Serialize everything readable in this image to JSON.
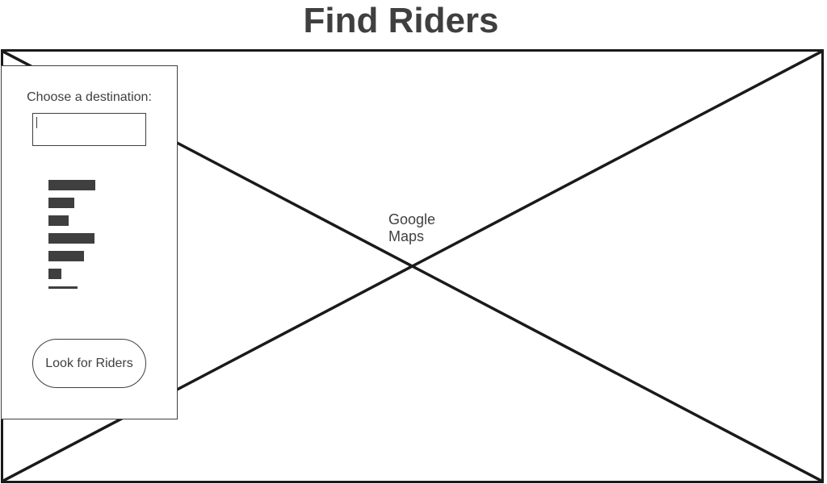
{
  "page": {
    "title": "Find Riders"
  },
  "map": {
    "label": "Google Maps"
  },
  "panel": {
    "destination_label": "Choose a destination:",
    "destination_value": "",
    "rider_list_placeholders": 7,
    "look_button_label": "Look for Riders"
  },
  "colors": {
    "text": "#3f3f3f",
    "map_border": "#1a1a1a",
    "background": "#ffffff"
  }
}
